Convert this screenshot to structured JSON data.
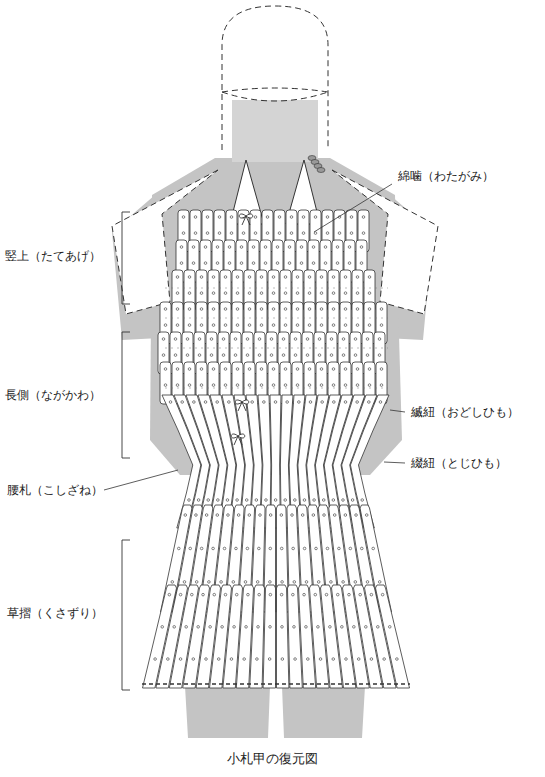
{
  "diagram": {
    "caption": "小札甲の復元図",
    "labels": [
      "綿噛（わたがみ）",
      "竪上（たてあげ）",
      "長側（ながかわ）",
      "縅紐（おどしひも）",
      "綴紐（とじひも）",
      "腰札（こしざね）",
      "草摺（くさずり）"
    ]
  }
}
